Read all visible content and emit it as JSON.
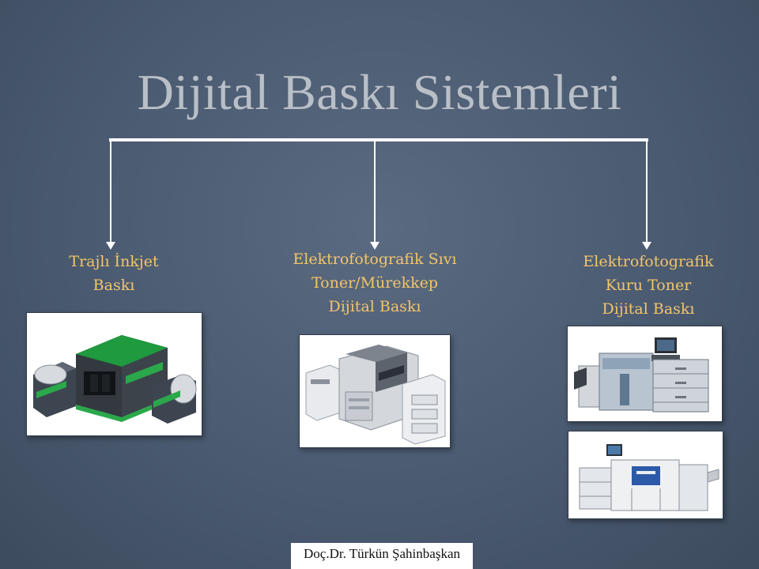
{
  "title": "Dijital Baskı Sistemleri",
  "branches": [
    {
      "lines": [
        "Trajlı İnkjet",
        "Baskı"
      ],
      "images": [
        "inkjet-press-photo"
      ]
    },
    {
      "lines": [
        "Elektrofotografik Sıvı",
        "Toner/Mürekkep",
        "Dijital Baskı"
      ],
      "images": [
        "liquid-toner-press-photo"
      ]
    },
    {
      "lines": [
        "Elektrofotografik",
        "Kuru Toner",
        "Dijital Baskı"
      ],
      "images": [
        "dry-toner-press-photo-1",
        "dry-toner-press-photo-2"
      ]
    }
  ],
  "colors": {
    "background": "#4a5a70",
    "title": "#b9bfc7",
    "label": "#f4c56a",
    "connector": "#ffffff"
  },
  "footer": "Doç.Dr. Türkün Şahinbaşkan"
}
